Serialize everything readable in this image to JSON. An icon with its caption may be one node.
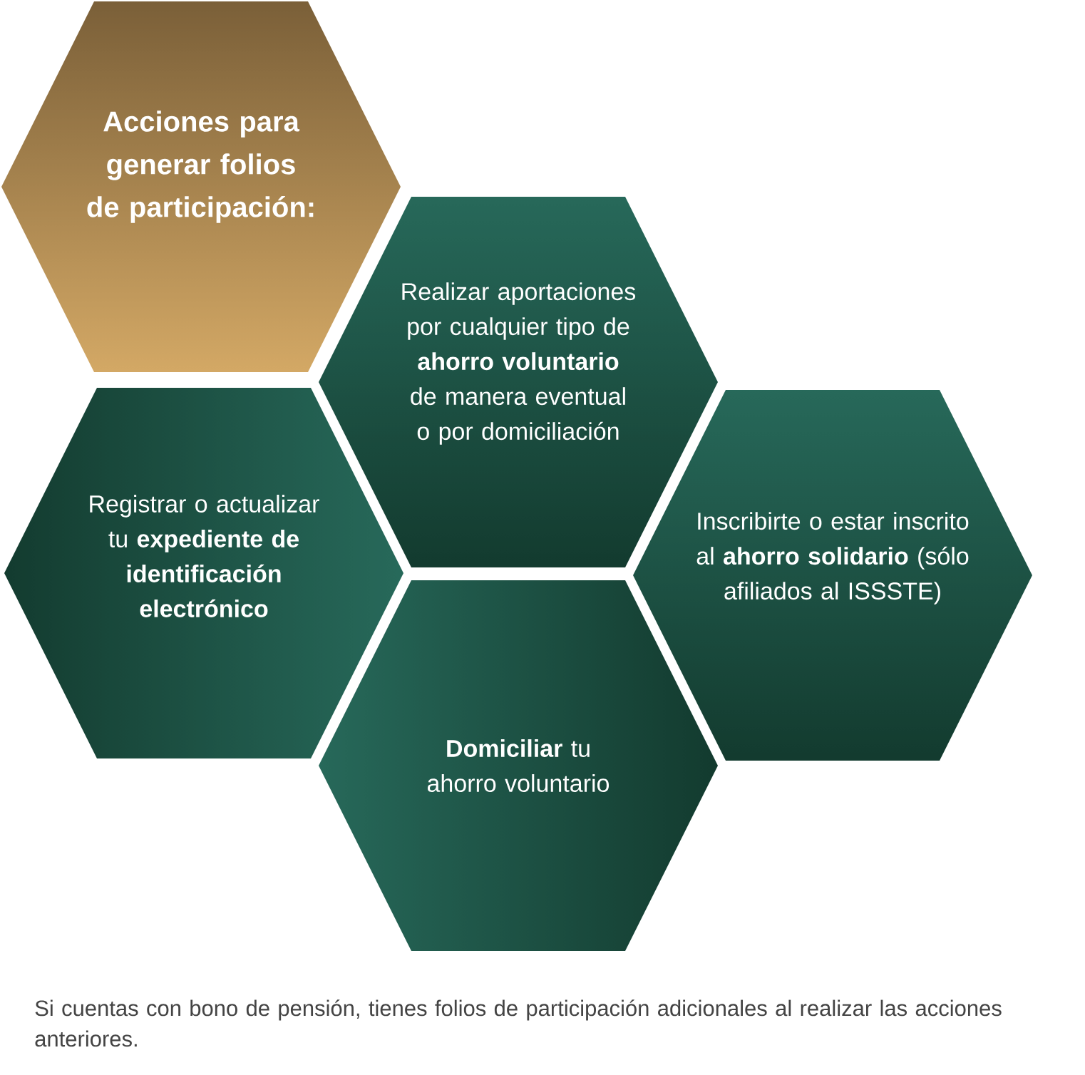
{
  "diagram": {
    "nodes": [
      {
        "text": [
          "Acciones para generar folios de participación:"
        ]
      },
      {
        "text": [
          "Realizar aportaciones por cualquier tipo de **ahorro voluntario** de manera eventual o por domiciliación"
        ]
      },
      {
        "text": [
          "Registrar o actualizar tu **expediente de identificación electrónico**"
        ]
      },
      {
        "text": [
          "Inscribirte o estar inscrito al **ahorro solidario** (sólo afiliados al ISSSTE)"
        ]
      },
      {
        "text": [
          "**Domiciliar** tu ahorro voluntario"
        ]
      }
    ],
    "caption": "Si cuentas con bono de pensión, tienes folios de participación adicionales al realizar las acciones anteriores."
  }
}
